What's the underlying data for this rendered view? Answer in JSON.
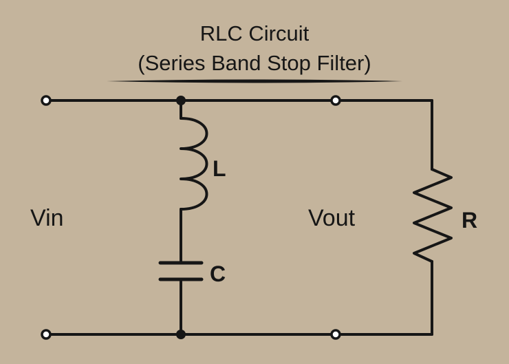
{
  "title": {
    "line1": "RLC Circuit",
    "line2": "(Series Band Stop Filter)"
  },
  "labels": {
    "vin": "Vin",
    "vout": "Vout",
    "inductor": "L",
    "capacitor": "C",
    "resistor": "R"
  },
  "colors": {
    "background": "#c4b49c",
    "wire": "#161616",
    "terminal_fill": "#ffffff"
  }
}
